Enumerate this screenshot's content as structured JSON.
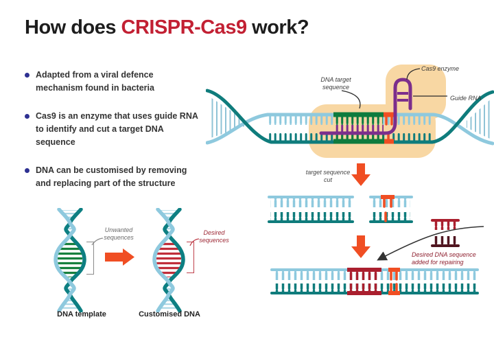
{
  "title": {
    "prefix": "How does ",
    "highlight": "CRISPR-Cas9",
    "suffix": " work?"
  },
  "bullets": [
    {
      "lines": [
        "Adapted from a viral defence",
        "mechanism found  in  bacteria"
      ]
    },
    {
      "lines": [
        "Cas9 is an enzyme that uses guide RNA",
        "to identify and cut  a  target DNA",
        "sequence"
      ]
    },
    {
      "lines": [
        "DNA can be customised by removing",
        "and replacing part of the structure"
      ]
    }
  ],
  "mechanism_diagram": {
    "labels": {
      "dna_target_line1": "DNA target",
      "dna_target_line2": "sequence",
      "cas9_enzyme": "Cas9 enzyme",
      "guide_rna": "Guide RNA"
    }
  },
  "cut_step": {
    "label_line1": "target  sequence",
    "label_line2": "cut"
  },
  "repair_step": {
    "label_line1": "Desired  DNA  sequence",
    "label_line2": "added  for  repairing"
  },
  "helix_comparison": {
    "left": {
      "annotation_line1": "Unwanted",
      "annotation_line2": "sequences",
      "caption": "DNA template"
    },
    "right": {
      "annotation_line1": "Desired",
      "annotation_line2": "sequences",
      "caption": "Customised DNA"
    }
  },
  "colors": {
    "title_highlight": "#c22033",
    "bullet_dot": "#2e3192",
    "strand_light_blue": "#8ec9de",
    "strand_teal": "#0f7c7c",
    "target_green": "#0e7b3e",
    "guide_purple": "#7c2e8c",
    "cas9_peach": "#f8d7a3",
    "arrow_orange": "#f04e23",
    "insert_red": "#aa1f2e",
    "insert_dark_strand": "#501520",
    "desired_rung_red": "#c02e3a"
  }
}
